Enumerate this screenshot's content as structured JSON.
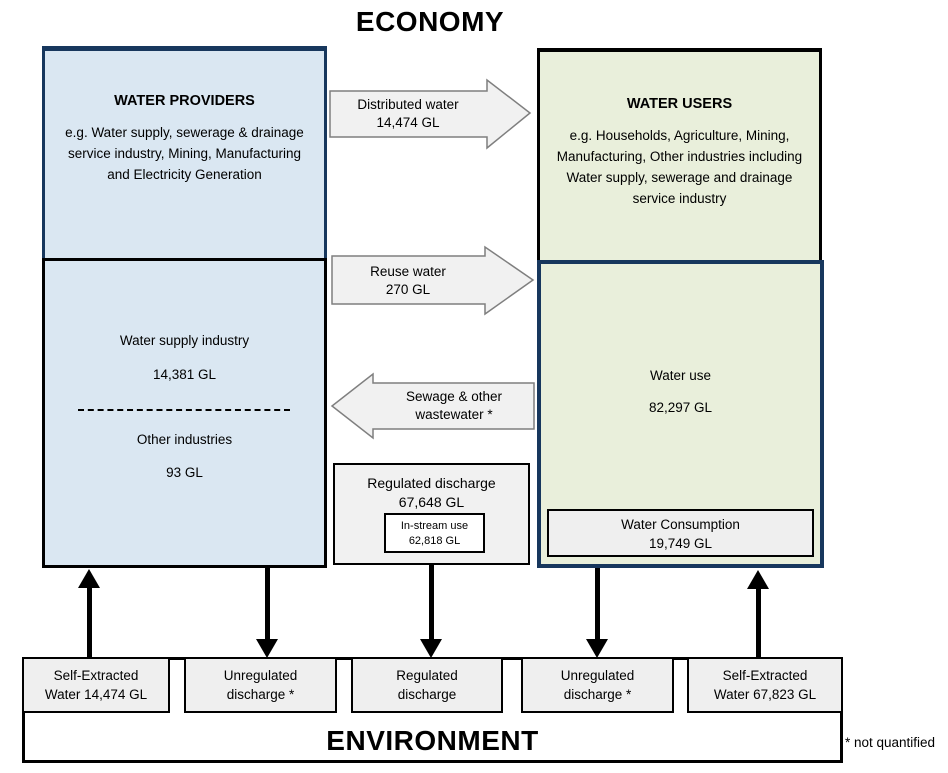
{
  "title": "ECONOMY",
  "providers": {
    "title": "WATER PROVIDERS",
    "description": "e.g. Water supply, sewerage & drainage service industry, Mining, Manufacturing and Electricity Generation",
    "supply": {
      "label": "Water supply industry",
      "value": "14,381 GL"
    },
    "other": {
      "label": "Other industries",
      "value": "93 GL"
    }
  },
  "users": {
    "title": "WATER USERS",
    "description": "e.g. Households, Agriculture, Mining, Manufacturing, Other industries including Water supply, sewerage and drainage service industry",
    "use": {
      "label": "Water use",
      "value": "82,297 GL"
    },
    "consumption": {
      "label": "Water Consumption",
      "value": "19,749 GL"
    }
  },
  "flows": {
    "distributed": {
      "label": "Distributed water",
      "value": "14,474 GL"
    },
    "reuse": {
      "label": "Reuse water",
      "value": "270 GL"
    },
    "sewage": {
      "line1": "Sewage & other",
      "line2": "wastewater *"
    },
    "regulated_discharge": {
      "label": "Regulated discharge",
      "value": "67,648 GL"
    },
    "instream": {
      "label": "In-stream use",
      "value": "62,818 GL"
    }
  },
  "environment": {
    "title": "ENVIRONMENT",
    "footnote": "* not quantified",
    "boxes": [
      {
        "line1": "Self-Extracted",
        "line2": "Water 14,474 GL"
      },
      {
        "line1": "Unregulated",
        "line2": "discharge *"
      },
      {
        "line1": "Regulated",
        "line2": "discharge"
      },
      {
        "line1": "Unregulated",
        "line2": "discharge *"
      },
      {
        "line1": "Self-Extracted",
        "line2": "Water 67,823 GL"
      }
    ]
  },
  "colors": {
    "provider_fill": "#dae7f2",
    "user_fill": "#e9efdb",
    "navy_border": "#17375d",
    "black_border": "#000000",
    "arrow_fill": "#f1f1f1",
    "arrow_stroke": "#7f7f7f",
    "gray_fill": "#efefef"
  }
}
